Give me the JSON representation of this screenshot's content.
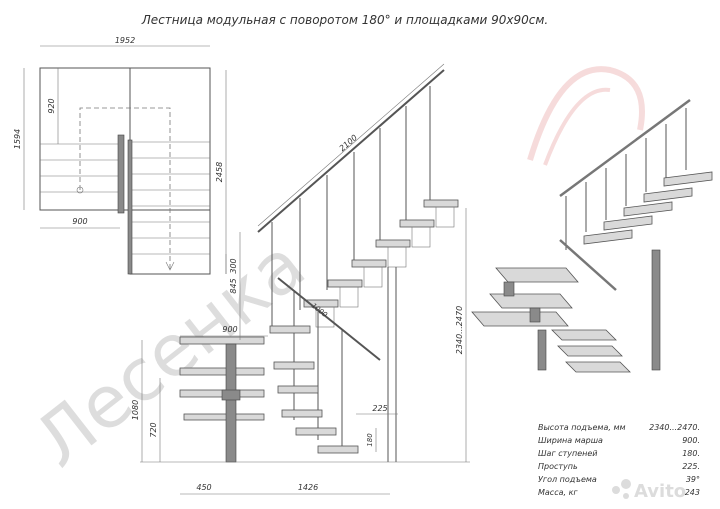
{
  "title": "Лестница модульная с поворотом 180° и площадками 90х90см.",
  "watermark": "Лесенка",
  "avito_logo": "Avito",
  "dims": {
    "plan_width": "1952",
    "plan_height": "1594",
    "plan_920": "920",
    "plan_900": "900",
    "side_2458": "2458",
    "side_300": "300",
    "side_845": "845",
    "diag_2100": "2100",
    "diag_1000": "1000",
    "top_900": "900",
    "height_2340_2470": "2340...2470",
    "h_1080": "1080",
    "h_720": "720",
    "d_225": "225",
    "d_180": "180",
    "b_450": "450",
    "b_1426": "1426"
  },
  "specs": [
    {
      "label": "Высота подъема, мм",
      "value": "2340...2470."
    },
    {
      "label": "Ширина марша",
      "value": "900."
    },
    {
      "label": "Шаг ступеней",
      "value": "180."
    },
    {
      "label": "Проступь",
      "value": "225."
    },
    {
      "label": "Угол подъема",
      "value": "39°"
    },
    {
      "label": "Масса, кг",
      "value": "243"
    }
  ]
}
